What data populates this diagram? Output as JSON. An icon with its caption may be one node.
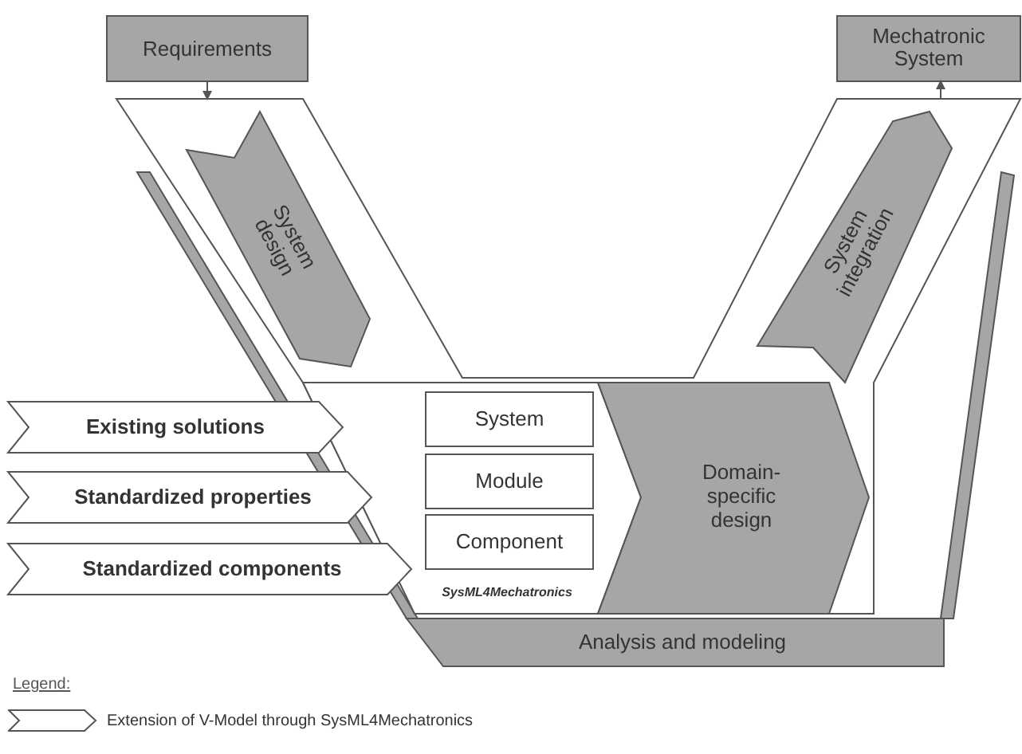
{
  "diagram": {
    "nodes": [
      {
        "text": [
          "Requirements"
        ]
      },
      {
        "text": [
          "Mechatronic System"
        ]
      },
      {
        "text": [],
        "shape": "band"
      },
      {
        "text": [
          "System design"
        ],
        "in": 2
      },
      {
        "text": [
          "System integration"
        ],
        "in": 2
      },
      {
        "text": [
          "SysML4Mechatronics"
        ],
        "in": 2
      },
      {
        "text": [
          "System"
        ],
        "in": 5
      },
      {
        "text": [
          "Module"
        ],
        "in": 5
      },
      {
        "text": [
          "Component"
        ],
        "in": 5
      },
      {
        "text": [
          "Domain-specific design"
        ],
        "in": 2
      },
      {
        "text": [
          "Analysis and modeling"
        ]
      },
      {
        "text": [
          "Existing solutions"
        ]
      },
      {
        "text": [
          "Standardized properties"
        ]
      },
      {
        "text": [
          "Standardized components"
        ]
      }
    ],
    "edges": [
      {
        "from": 0,
        "to": 2,
        "arrow": "to"
      },
      {
        "from": 2,
        "to": 1,
        "arrow": "to"
      }
    ],
    "labels": [
      "Legend:"
    ],
    "legend": [
      {
        "text": "Extension of V-Model through SysML4Mechatronics"
      }
    ]
  }
}
